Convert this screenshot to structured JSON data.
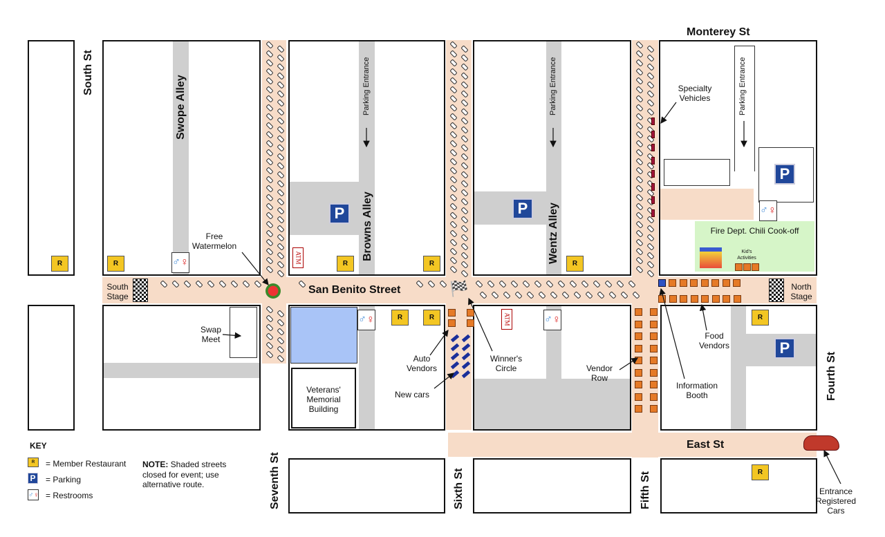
{
  "streets": {
    "monterey": "Monterey St",
    "south": "South St",
    "swope": "Swope Alley",
    "browns": "Browns Alley",
    "wentz": "Wentz Alley",
    "san_benito": "San Benito Street",
    "seventh": "Seventh St",
    "sixth": "Sixth St",
    "fifth": "Fifth St",
    "fourth": "Fourth St",
    "east": "East St"
  },
  "labels": {
    "parking_entrance": "Parking Entrance",
    "specialty_vehicles": "Specialty\nVehicles",
    "chili": "Fire Dept. Chili Cook-off",
    "kids": "Kid's\nActivities",
    "free_watermelon": "Free\nWatermelon",
    "south_stage": "South\nStage",
    "north_stage": "North\nStage",
    "swap_meet": "Swap\nMeet",
    "veterans": "Veterans'\nMemorial\nBuilding",
    "auto_vendors": "Auto\nVendors",
    "new_cars": "New cars",
    "winners_circle": "Winner's\nCircle",
    "vendor_row": "Vendor\nRow",
    "food_vendors": "Food\nVendors",
    "info_booth": "Information\nBooth",
    "entrance": "Entrance\nRegistered\nCars",
    "atm": "ATM"
  },
  "icons": {
    "restaurant": "R",
    "parking": "P"
  },
  "key": {
    "title": "KEY",
    "restaurant": "= Member Restaurant",
    "parking": "= Parking",
    "restrooms": "= Restrooms",
    "note_bold": "NOTE:",
    "note_text": " Shaded streets closed for event; use alternative route."
  },
  "colors": {
    "closed_street": "#f7dcc8",
    "vendor": "#e57a27",
    "parking": "#20479a",
    "restaurant": "#f3c623",
    "chili_area": "#d6f5c8"
  }
}
